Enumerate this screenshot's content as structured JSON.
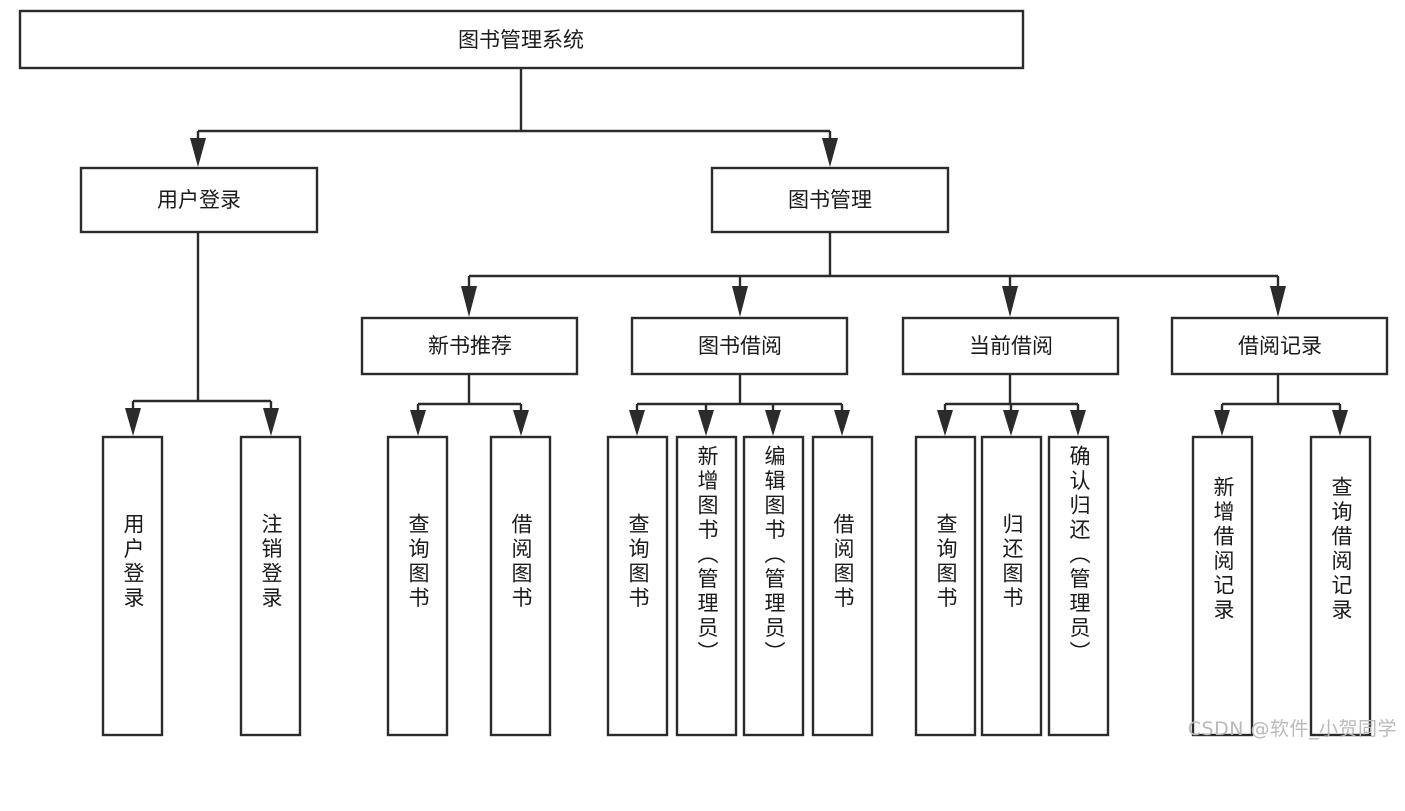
{
  "diagram": {
    "title_node": {
      "label": "图书管理系统"
    },
    "watermark": "CSDN @软件_小贺同学",
    "level2": [
      {
        "id": "user-login",
        "label": "用户登录"
      },
      {
        "id": "book-management",
        "label": "图书管理"
      }
    ],
    "level3": [
      {
        "id": "new-book-recommend",
        "label": "新书推荐"
      },
      {
        "id": "book-borrow",
        "label": "图书借阅"
      },
      {
        "id": "current-borrow",
        "label": "当前借阅"
      },
      {
        "id": "borrow-record",
        "label": "借阅记录"
      }
    ],
    "leaves": [
      {
        "id": "leaf-user-login",
        "label": "用户登录",
        "parent": "user-login"
      },
      {
        "id": "leaf-logout-login",
        "label": "注销登录",
        "parent": "user-login"
      },
      {
        "id": "leaf-query-book-1",
        "label": "查询图书",
        "parent": "new-book-recommend"
      },
      {
        "id": "leaf-borrow-book-1",
        "label": "借阅图书",
        "parent": "new-book-recommend"
      },
      {
        "id": "leaf-query-book-2",
        "label": "查询图书",
        "parent": "book-borrow"
      },
      {
        "id": "leaf-add-book",
        "label": "新增图书（管理员）",
        "parent": "book-borrow"
      },
      {
        "id": "leaf-edit-book",
        "label": "编辑图书（管理员）",
        "parent": "book-borrow"
      },
      {
        "id": "leaf-borrow-book-2",
        "label": "借阅图书",
        "parent": "book-borrow"
      },
      {
        "id": "leaf-query-book-3",
        "label": "查询图书",
        "parent": "current-borrow"
      },
      {
        "id": "leaf-return-book",
        "label": "归还图书",
        "parent": "current-borrow"
      },
      {
        "id": "leaf-confirm-return",
        "label": "确认归还（管理员）",
        "parent": "current-borrow"
      },
      {
        "id": "leaf-add-record",
        "label": "新增借阅记录",
        "parent": "borrow-record"
      },
      {
        "id": "leaf-query-record",
        "label": "查询借阅记录",
        "parent": "borrow-record"
      }
    ],
    "colors": {
      "stroke": "#2b2b2b",
      "fill": "#ffffff",
      "text": "#1a1a1a",
      "watermark": "#b9b9b9"
    }
  },
  "chart_data": {
    "type": "table",
    "title": "图书管理系统 功能结构图",
    "nodes": [
      {
        "level": 1,
        "label": "图书管理系统",
        "children": [
          "用户登录",
          "图书管理"
        ]
      },
      {
        "level": 2,
        "label": "用户登录",
        "children": [
          "用户登录",
          "注销登录"
        ]
      },
      {
        "level": 2,
        "label": "图书管理",
        "children": [
          "新书推荐",
          "图书借阅",
          "当前借阅",
          "借阅记录"
        ]
      },
      {
        "level": 3,
        "label": "新书推荐",
        "children": [
          "查询图书",
          "借阅图书"
        ]
      },
      {
        "level": 3,
        "label": "图书借阅",
        "children": [
          "查询图书",
          "新增图书（管理员）",
          "编辑图书（管理员）",
          "借阅图书"
        ]
      },
      {
        "level": 3,
        "label": "当前借阅",
        "children": [
          "查询图书",
          "归还图书",
          "确认归还（管理员）"
        ]
      },
      {
        "level": 3,
        "label": "借阅记录",
        "children": [
          "新增借阅记录",
          "查询借阅记录"
        ]
      }
    ]
  }
}
